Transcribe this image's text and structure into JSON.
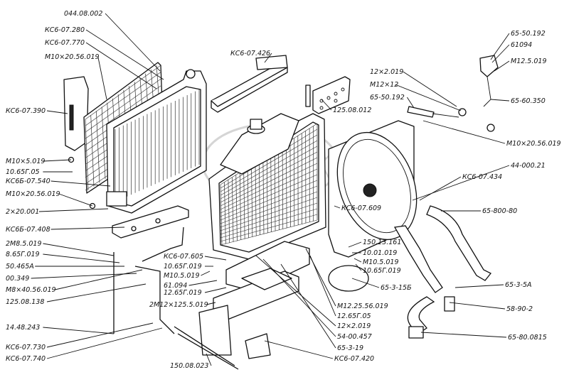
{
  "labels": [
    {
      "id": "l1",
      "text": "044.08.002"
    },
    {
      "id": "l2",
      "text": "КС6-07.280"
    },
    {
      "id": "l3",
      "text": "КС6-07.770"
    },
    {
      "id": "l4",
      "text": "М10×20.56.019"
    },
    {
      "id": "l5",
      "text": "КС6-07.390"
    },
    {
      "id": "l6",
      "text": "М10×5.019"
    },
    {
      "id": "l7",
      "text": "10.65Г.05"
    },
    {
      "id": "l8",
      "text": "КС6Б-07.540"
    },
    {
      "id": "l9",
      "text": "М10×20.56.019"
    },
    {
      "id": "l10",
      "text": "2×20.001"
    },
    {
      "id": "l11",
      "text": "КС6Б-07.408"
    },
    {
      "id": "l12",
      "text": "2М8.5.019"
    },
    {
      "id": "l13",
      "text": "8.65Г.019"
    },
    {
      "id": "l14",
      "text": "50.465А"
    },
    {
      "id": "l15",
      "text": "00.349"
    },
    {
      "id": "l16",
      "text": "М8×40.56.019"
    },
    {
      "id": "l17",
      "text": "125.08.138"
    },
    {
      "id": "l18",
      "text": "14.48.243"
    },
    {
      "id": "l19",
      "text": "КС6-07.730"
    },
    {
      "id": "l20",
      "text": "КС6-07.740"
    },
    {
      "id": "l21",
      "text": "КС6-07.426"
    },
    {
      "id": "l22",
      "text": "125.08.012"
    },
    {
      "id": "l23",
      "text": "12×2.019"
    },
    {
      "id": "l24",
      "text": "М12×12"
    },
    {
      "id": "l25",
      "text": "65-50.192"
    },
    {
      "id": "l26",
      "text": "65-50.192"
    },
    {
      "id": "l27",
      "text": "61094"
    },
    {
      "id": "l28",
      "text": "М12.5.019"
    },
    {
      "id": "l29",
      "text": "65-60.350"
    },
    {
      "id": "l30",
      "text": "М10×20.56.019"
    },
    {
      "id": "l31",
      "text": "44-000.21"
    },
    {
      "id": "l32",
      "text": "КС6-07.434"
    },
    {
      "id": "l33",
      "text": "КС6-07.609"
    },
    {
      "id": "l34",
      "text": "65-800-80"
    },
    {
      "id": "l35",
      "text": "150.13.161"
    },
    {
      "id": "l36",
      "text": "10.01.019"
    },
    {
      "id": "l37",
      "text": "М10.5.019"
    },
    {
      "id": "l38",
      "text": "10.65Г.019"
    },
    {
      "id": "l39",
      "text": "КС6-07.605"
    },
    {
      "id": "l40",
      "text": "10.65Г.019"
    },
    {
      "id": "l41",
      "text": "М10.5.019"
    },
    {
      "id": "l42",
      "text": "61.094"
    },
    {
      "id": "l43",
      "text": "12.65Г.019"
    },
    {
      "id": "l44",
      "text": "2М12×125.5.019"
    },
    {
      "id": "l45",
      "text": "65-3-15Б"
    },
    {
      "id": "l46",
      "text": "65-3-5А"
    },
    {
      "id": "l47",
      "text": "М12.25.56.019"
    },
    {
      "id": "l48",
      "text": "12.65Г.05"
    },
    {
      "id": "l49",
      "text": "12×2.019"
    },
    {
      "id": "l50",
      "text": "54-00.457"
    },
    {
      "id": "l51",
      "text": "65-3-19"
    },
    {
      "id": "l52",
      "text": "58-90-2"
    },
    {
      "id": "l53",
      "text": "65-80.0815"
    },
    {
      "id": "l54",
      "text": "150.08.023"
    },
    {
      "id": "l55",
      "text": "КС6-07.420"
    }
  ],
  "watermark": {
    "text": "PLEX"
  }
}
